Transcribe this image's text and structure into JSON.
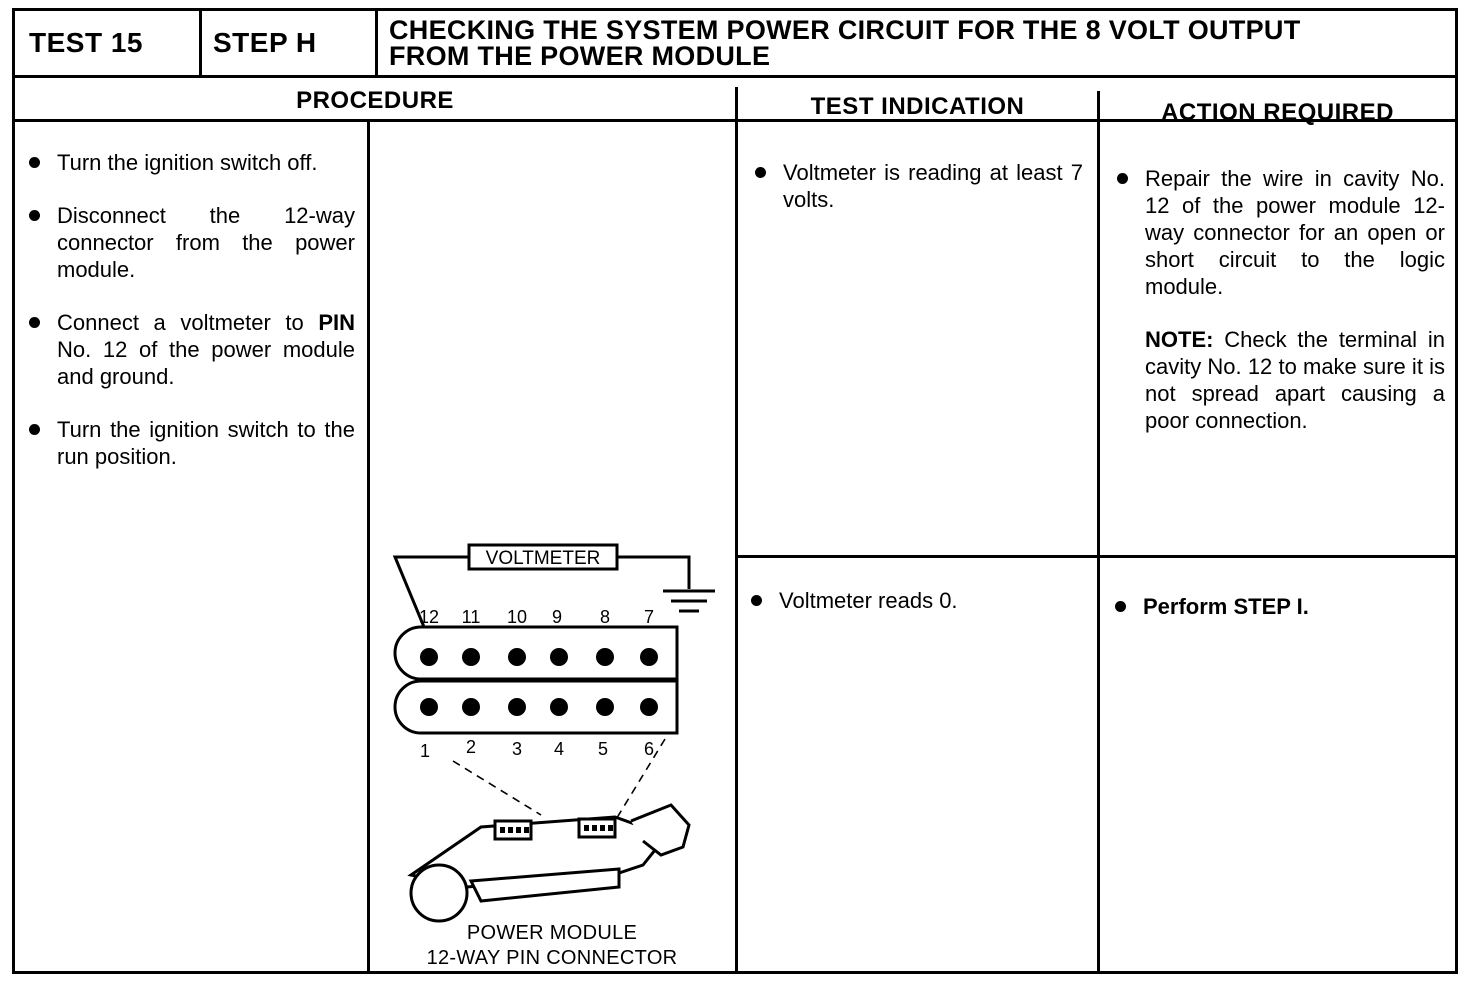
{
  "header": {
    "test_label": "TEST 15",
    "step_label": "STEP H",
    "title_line1": "CHECKING THE SYSTEM POWER CIRCUIT FOR THE 8 VOLT OUTPUT",
    "title_line2": "FROM THE POWER MODULE"
  },
  "columns": {
    "procedure": "PROCEDURE",
    "test_indication": "TEST INDICATION",
    "action_required": "ACTION REQUIRED"
  },
  "procedure": {
    "step1": "Turn the ignition switch off.",
    "step2": "Disconnect the 12-way connector from the power module.",
    "step3_pre": "Connect a voltmeter to ",
    "step3_bold": "PIN",
    "step3_post": " No. 12 of the power module and ground.",
    "step4": "Turn the ignition switch to the run position."
  },
  "diagram": {
    "voltmeter_label": "VOLTMETER",
    "top_pins": [
      "12",
      "11",
      "10",
      "9",
      "8",
      "7"
    ],
    "bottom_pins": [
      "1",
      "2",
      "3",
      "4",
      "5",
      "6"
    ],
    "caption_line1": "POWER MODULE",
    "caption_line2": "12-WAY PIN CONNECTOR"
  },
  "indications": {
    "row1": "Voltmeter is reading at least 7 volts.",
    "row2": "Voltmeter reads 0."
  },
  "actions": {
    "row1": "Repair the wire in cavity No. 12 of the power module 12-way connector for an open or short circuit to the logic module.",
    "note_label": "NOTE:",
    "note_text": " Check the terminal in cavity No. 12 to make sure it is not spread apart causing a poor connection.",
    "row2": "Perform STEP I."
  }
}
